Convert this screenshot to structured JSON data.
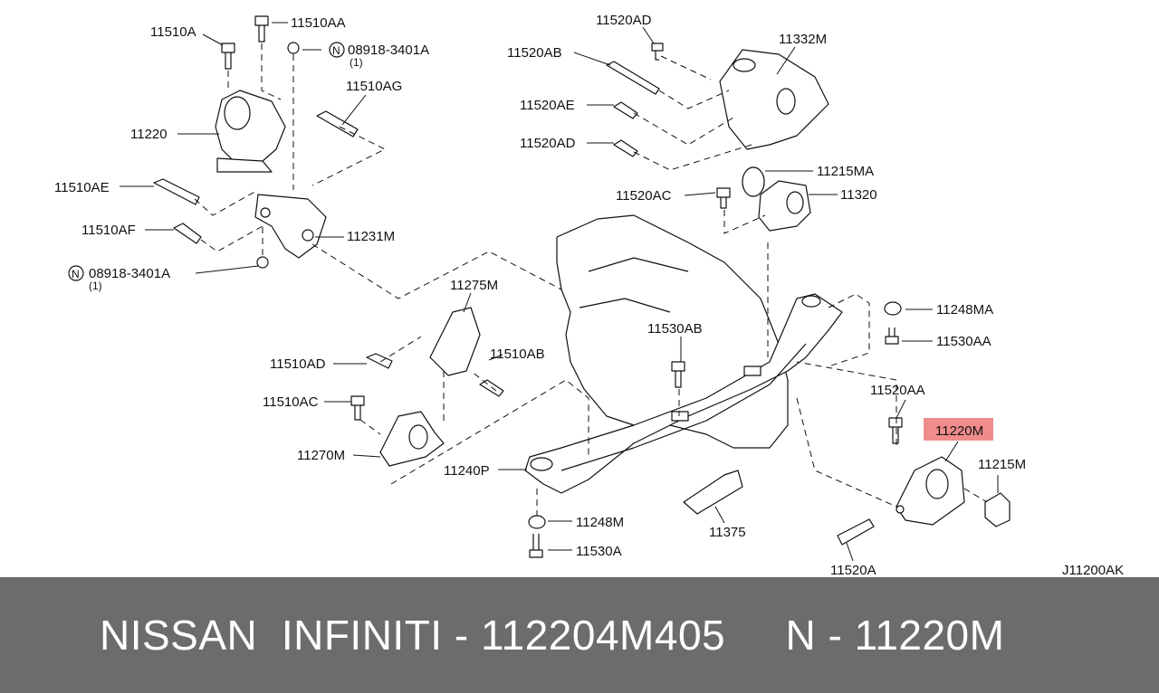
{
  "diagram": {
    "code": "J11200AK",
    "highlighted_part": "11220M",
    "labels": [
      {
        "id": "p-11510a",
        "text": "11510A"
      },
      {
        "id": "p-11510aa",
        "text": "11510AA"
      },
      {
        "id": "p-08918a",
        "text": "08918-3401A"
      },
      {
        "id": "p-08918a-qty",
        "text": "(1)"
      },
      {
        "id": "p-11510ag",
        "text": "11510AG"
      },
      {
        "id": "p-11220",
        "text": "11220"
      },
      {
        "id": "p-11510ae",
        "text": "11510AE"
      },
      {
        "id": "p-11510af",
        "text": "11510AF"
      },
      {
        "id": "p-11231m",
        "text": "11231M"
      },
      {
        "id": "p-08918b",
        "text": "08918-3401A"
      },
      {
        "id": "p-08918b-qty",
        "text": "(1)"
      },
      {
        "id": "p-11520ad-top",
        "text": "11520AD"
      },
      {
        "id": "p-11332m",
        "text": "11332M"
      },
      {
        "id": "p-11520ab",
        "text": "11520AB"
      },
      {
        "id": "p-11520ae",
        "text": "11520AE"
      },
      {
        "id": "p-11520ad",
        "text": "11520AD"
      },
      {
        "id": "p-11215ma",
        "text": "11215MA"
      },
      {
        "id": "p-11520ac",
        "text": "11520AC"
      },
      {
        "id": "p-11320",
        "text": "11320"
      },
      {
        "id": "p-11275m",
        "text": "11275M"
      },
      {
        "id": "p-11530ab",
        "text": "11530AB"
      },
      {
        "id": "p-11248ma",
        "text": "11248MA"
      },
      {
        "id": "p-11530aa",
        "text": "11530AA"
      },
      {
        "id": "p-11510ad",
        "text": "11510AD"
      },
      {
        "id": "p-11510ab",
        "text": "11510AB"
      },
      {
        "id": "p-11510ac",
        "text": "11510AC"
      },
      {
        "id": "p-11520aa",
        "text": "11520AA"
      },
      {
        "id": "p-11220m",
        "text": "11220M"
      },
      {
        "id": "p-11270m",
        "text": "11270M"
      },
      {
        "id": "p-11215m",
        "text": "11215M"
      },
      {
        "id": "p-11240p",
        "text": "11240P"
      },
      {
        "id": "p-11248m",
        "text": "11248M"
      },
      {
        "id": "p-11375",
        "text": "11375"
      },
      {
        "id": "p-11530a",
        "text": "11530A"
      },
      {
        "id": "p-11520a",
        "text": "11520A"
      }
    ]
  },
  "footer": {
    "text": "NISSAN  INFINITI - 112204M405     N - 11220M"
  }
}
